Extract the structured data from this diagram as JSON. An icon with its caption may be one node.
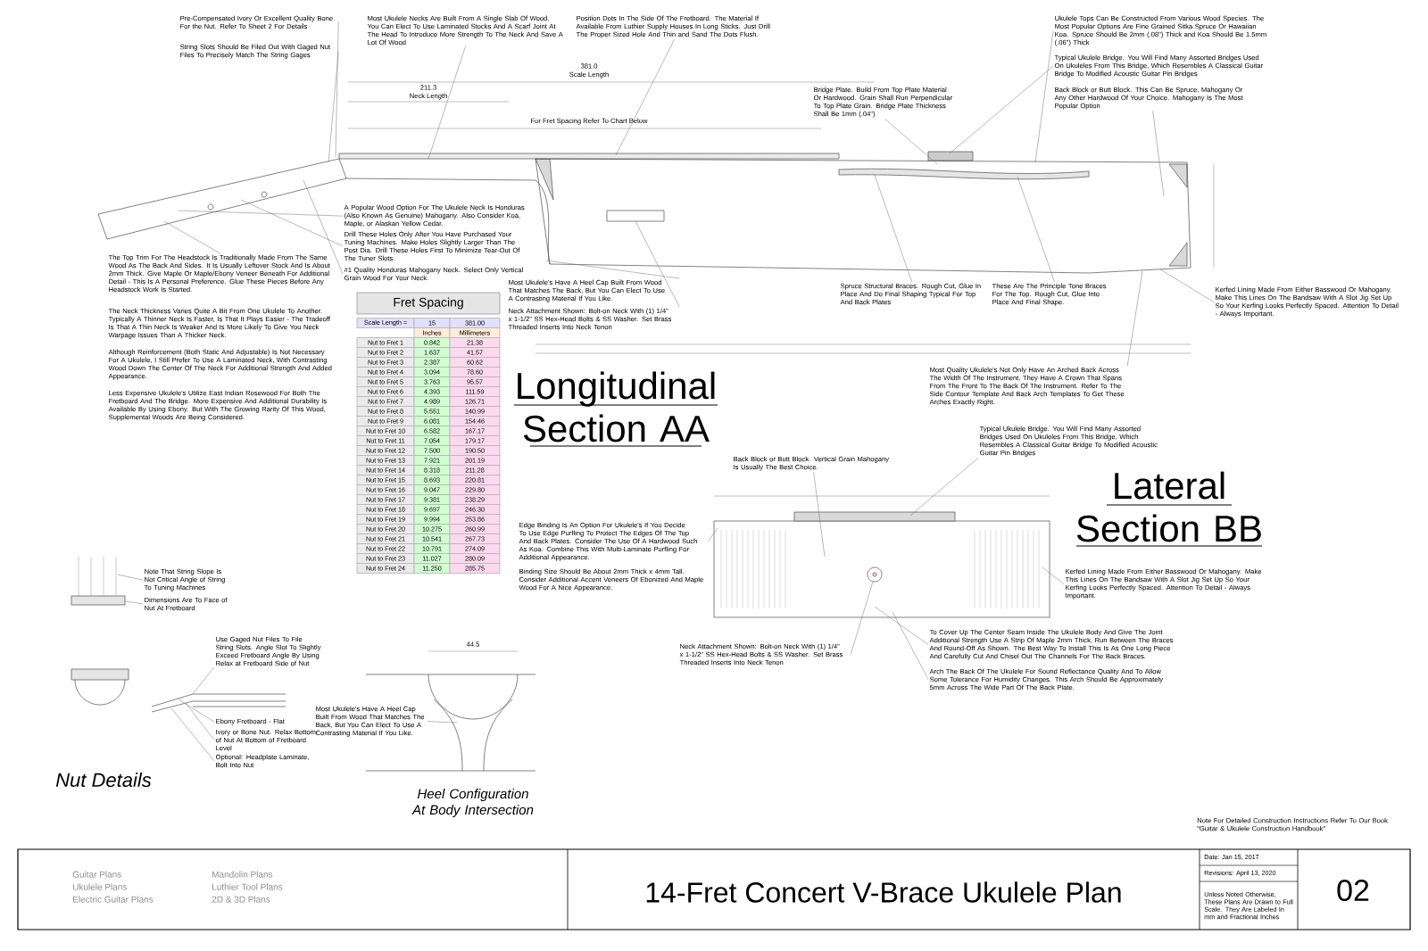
{
  "diagram": {
    "title": "14-Fret Concert V-Brace Ukulele Plan",
    "nodes": [
      {
        "text": [
          "Pre-Compensated Ivory Or Excellent Quality Bone For the Nut. Refer To Sheet 2 For Details"
        ]
      },
      {
        "text": [
          "String Slots Should Be Filed Out With Gaged Nut Files To Precisely Match The String Gages"
        ]
      },
      {
        "text": [
          "Most Ukulele Necks Are Built From A Single Slab Of Wood. You Can Elect To Use Laminated Stocks And A Scarf Joint At The Head To Introduce More Strength To The Neck And Save A Lot Of Wood"
        ]
      },
      {
        "text": [
          "Position Dots In The Side Of The Fretboard. The Material If Available From Luthier Supply Houses In Long Sticks. Just Drill The Proper Sized Hole And Thin and Sand The Dots Flush."
        ]
      },
      {
        "text": [
          "Ukulele Tops Can Be Constructed From Various Wood Species. The Most Popular Options Are Fine Grained Sitka Spruce Or Hawaiian Koa. Spruce Should Be 2mm (.08\") Thick and Koa Should Be 1.5mm (.06\") Thick"
        ]
      },
      {
        "text": [
          "Typical Ukulele Bridge. You Will Find Many Assorted Bridges Used On Ukuleles From This Bridge, Which Resembles A Classical Guitar Bridge To Modified Acoustic Guitar Pin Bridges"
        ]
      },
      {
        "text": [
          "Back Block or Butt Block. This Can Be Spruce, Mahogany Or Any Other Hardwood Of Your Choice. Mahogany Is The Most Popular Option"
        ]
      },
      {
        "text": [
          "Bridge Plate. Build From Top Plate Material Or Hardwood. Grain Shall Run Perpendicular To Top Plate Grain. Bridge Plate Thickness Shall Be 1mm (.04\")"
        ]
      },
      {
        "text": [
          "A Popular Wood Option For The Ukulele Neck Is Honduras (Also Known As Genuine) Mahogany. Also Consider Koa, Maple, or Alaskan Yellow Cedar."
        ]
      },
      {
        "text": [
          "Drill These Holes Only After You Have Purchased Your Tuning Machines. Make Holes Slightly Larger Than The Post Dia. Drill These Holes First To Minimize Tear-Out Of The Tuner Slots."
        ]
      },
      {
        "text": [
          "#1 Quality Honduras Mahogany Neck. Select Only Vertical Grain Wood For Your Neck."
        ]
      },
      {
        "text": [
          "The Top Trim For The Headstock Is Traditionally Made From The Same Wood As The Back And Sides. It Is Usually Leftover Stock And Is About 2mm Thick. Give Maple Or Maple/Ebony Veneer Beneath For Additional Detail - This Is A Personal Preference. Glue These Pieces Before Any Headstock Work Is Started."
        ]
      },
      {
        "text": [
          "The Neck Thickness Varies Quite A Bit From One Ukulele To Another. Typically A Thinner Neck Is Faster, Is That It Plays Easier - The Tradeoff Is That A Thin Neck Is Weaker And Is More Likely To Give You Neck Warpage Issues Than A Thicker Neck."
        ]
      },
      {
        "text": [
          "Although Reinforcement (Both Static And Adjustable) Is Not Necessary For A Ukulele, I Still Prefer To Use A Laminated Neck, With Contrasting Wood Down The Center Of The Neck For Additional Strength And Added Appearance."
        ]
      },
      {
        "text": [
          "Less Expensive Ukulele's Utilize East Indian Rosewood For Both The Fretboard And The Bridge. More Expensive And Additional Durability Is Available By Using Ebony. But With The Growing Rarity Of This Wood, Supplemental Woods Are Being Considered."
        ]
      },
      {
        "text": [
          "Most Ukulele's Have A Heel Cap Built From Wood That Matches The Back, But You Can Elect To Use A Contrasting Material If You Like."
        ]
      },
      {
        "text": [
          "Neck Attachment Shown: Bolt-on Neck With (1) 1/4\" x 1-1/2\" SS Hex-Head Bolts & SS Washer. Set Brass Threaded Inserts Into Neck Tenon"
        ]
      },
      {
        "text": [
          "Spruce Structural Braces. Rough Cut, Glue In Place And Do Final Shaping Typical For Top And Back Plates"
        ]
      },
      {
        "text": [
          "These Are The Principle Tone Braces For The Top. Rough Cut, Glue Into Place And Final Shape."
        ]
      },
      {
        "text": [
          "Kerfed Lining Made From Either Basswood Or Mahogany. Make This Lines On The Bandsaw With A Slot Jig Set Up So Your Kerfing Looks Perfectly Spaced. Attention To Detail - Always Important."
        ]
      },
      {
        "text": [
          "Most Quality Ukulele's Not Only Have An Arched Back Across The Width Of The Instrument, They Have A Crown That Spans From The Front To The Back Of The Instrument. Refer To The Side Contour Template And Back Arch Templates To Get These Arches Exactly Right."
        ]
      },
      {
        "text": [
          "Typical Ukulele Bridge. You Will Find Many Assorted Bridges Used On Ukuleles From This Bridge, Which Resembles A Classical Guitar Bridge To Modified Acoustic Guitar Pin Bridges"
        ]
      },
      {
        "text": [
          "Edge Binding Is An Option For Ukulele's If You Decide To Use Edge Purfling To Protect The Edges Of The Top And Back Plates. Consider The Use Of A Hardwood Such As Koa. Combine This With Multi-Laminate Purfling For Additional Appearance."
        ]
      },
      {
        "text": [
          "Binding Size Should Be About 2mm Thick x 4mm Tall. Consider Additional Accent Veneers Of Ebonized And Maple Wood For A Nice Appearance."
        ]
      },
      {
        "text": [
          "Back Block or Butt Block. Vertical Grain Mahogany Is Usually The Best Choice."
        ]
      },
      {
        "text": [
          "Kerfed Lining Made From Either Basswood Or Mahogany. Make This Lines On The Bandsaw With A Slot Jig Set Up So Your Kerfing Looks Perfectly Spaced. Attention To Detail - Always Important."
        ]
      },
      {
        "text": [
          "Neck Attachment Shown: Bolt-on Neck With (1) 1/4\" x 1-1/2\" SS Hex-Head Bolts & SS Washer. Set Brass Threaded Inserts Into Neck Tenon"
        ]
      },
      {
        "text": [
          "To Cover Up The Center Seam Inside The Ukulele Body And Give The Joint Additional Strength Use A Strip Of Maple 2mm Thick, Run Between The Braces And Round-Off As Shown. The Best Way To Install This Is As One Long Piece And Carefully Cut And Chisel Out The Channels For The Back Braces."
        ]
      },
      {
        "text": [
          "Arch The Back Of The Ukulele For Sound Reflectance Quality And To Allow Some Tolerance For Humidity Changes. This Arch Should Be Approximately 5mm Across The Wide Part Of The Back Plate."
        ]
      },
      {
        "text": [
          "Note That String Slope Is Not Critical Angle of String To Tuning Machines"
        ]
      },
      {
        "text": [
          "Dimensions Are To Face of Nut At Fretboard"
        ]
      },
      {
        "text": [
          "Use Gaged Nut Files To File String Slots. Angle Slot To Slightly Exceed Fretboard Angle By Using Relax at Fretboard Side of Nut"
        ]
      },
      {
        "text": [
          "Ebony Fretboard - Flat"
        ]
      },
      {
        "text": [
          "Ivory or Bone Nut. Relax Bottom of Nut At Bottom of Fretboard Level"
        ]
      },
      {
        "text": [
          "Optional: Headplate Laminate, Bolt Into Nut"
        ]
      },
      {
        "text": [
          "Most Ukulele's Have A Heel Cap Built From Wood That Matches The Back, But You Can Elect To Use A Contrasting Material If You Like."
        ]
      },
      {
        "text": [],
        "shape": "picture"
      },
      {
        "text": [],
        "shape": "picture"
      },
      {
        "text": [],
        "shape": "picture"
      },
      {
        "text": [],
        "shape": "picture"
      },
      {
        "text": [],
        "shape": "picture"
      }
    ],
    "edges": [
      {
        "from": 0,
        "to": 36,
        "arrow": "none"
      },
      {
        "from": 1,
        "to": 36,
        "arrow": "none"
      },
      {
        "from": 2,
        "to": 36,
        "arrow": "none"
      },
      {
        "from": 3,
        "to": 36,
        "arrow": "none"
      },
      {
        "from": 4,
        "to": 36,
        "arrow": "none"
      },
      {
        "from": 5,
        "to": 36,
        "arrow": "none"
      },
      {
        "from": 6,
        "to": 36,
        "arrow": "none"
      },
      {
        "from": 7,
        "to": 36,
        "arrow": "none"
      },
      {
        "from": 8,
        "to": 36,
        "arrow": "none"
      },
      {
        "from": 9,
        "to": 36,
        "arrow": "none"
      },
      {
        "from": 10,
        "to": 36,
        "arrow": "none"
      },
      {
        "from": 11,
        "to": 36,
        "arrow": "none"
      },
      {
        "from": 15,
        "to": 36,
        "arrow": "none"
      },
      {
        "from": 16,
        "to": 36,
        "arrow": "none"
      },
      {
        "from": 17,
        "to": 36,
        "arrow": "none"
      },
      {
        "from": 18,
        "to": 36,
        "arrow": "none"
      },
      {
        "from": 19,
        "to": 36,
        "arrow": "none"
      },
      {
        "from": 20,
        "to": 36,
        "arrow": "none"
      },
      {
        "from": 21,
        "to": 37,
        "arrow": "none"
      },
      {
        "from": 22,
        "to": 37,
        "arrow": "none"
      },
      {
        "from": 24,
        "to": 37,
        "arrow": "none"
      },
      {
        "from": 25,
        "to": 37,
        "arrow": "none"
      },
      {
        "from": 26,
        "to": 37,
        "arrow": "none"
      },
      {
        "from": 27,
        "to": 37,
        "arrow": "none"
      },
      {
        "from": 28,
        "to": 37,
        "arrow": "none"
      },
      {
        "from": 29,
        "to": 38,
        "arrow": "none"
      },
      {
        "from": 30,
        "to": 38,
        "arrow": "none"
      },
      {
        "from": 31,
        "to": 39,
        "arrow": "none"
      },
      {
        "from": 32,
        "to": 39,
        "arrow": "none"
      },
      {
        "from": 33,
        "to": 39,
        "arrow": "none"
      },
      {
        "from": 34,
        "to": 39,
        "arrow": "none"
      },
      {
        "from": 35,
        "to": 40,
        "arrow": "none"
      }
    ],
    "labels": [
      "381.0",
      "Scale Length",
      "211.3",
      "Neck Length",
      "For Fret Spacing Refer To Chart Below",
      "Longitudinal Section AA",
      "Lateral Section BB",
      "Fret Spacing",
      "Scale Length =",
      "15",
      "381.00",
      "Inches",
      "Millimeters",
      "Nut to Fret 1",
      "0.842",
      "21.38",
      "Nut to Fret 2",
      "1.637",
      "41.57",
      "Nut to Fret 3",
      "2.387",
      "60.62",
      "Nut to Fret 4",
      "3.094",
      "78.60",
      "Nut to Fret 5",
      "3.763",
      "95.57",
      "Nut to Fret 6",
      "4.393",
      "111.59",
      "Nut to Fret 7",
      "4.989",
      "126.71",
      "Nut to Fret 8",
      "5.551",
      "140.99",
      "Nut to Fret 9",
      "6.081",
      "154.46",
      "Nut to Fret 10",
      "6.582",
      "167.17",
      "Nut to Fret 11",
      "7.054",
      "179.17",
      "Nut to Fret 12",
      "7.500",
      "190.50",
      "Nut to Fret 13",
      "7.921",
      "201.19",
      "Nut to Fret 14",
      "8.318",
      "211.28",
      "Nut to Fret 15",
      "8.693",
      "220.81",
      "Nut to Fret 16",
      "9.047",
      "229.80",
      "Nut to Fret 17",
      "9.381",
      "238.29",
      "Nut to Fret 18",
      "9.697",
      "246.30",
      "Nut to Fret 19",
      "9.994",
      "253.86",
      "Nut to Fret 20",
      "10.275",
      "260.99",
      "Nut to Fret 21",
      "10.541",
      "267.73",
      "Nut to Fret 22",
      "10.791",
      "274.09",
      "Nut to Fret 23",
      "11.027",
      "280.09",
      "Nut to Fret 24",
      "11.250",
      "285.75",
      "Nut Details",
      "Heel Configuration At Body Intersection",
      "44.5",
      "Note For Detailed Construction Instructions Refer To Our Book \"Guitar & Ukulele Construction Handbook\"",
      "Guitar Plans",
      "Ukulele Plans",
      "Electric Guitar Plans",
      "Mandolin Plans",
      "Luthier Tool Plans",
      "2D & 3D Plans",
      "Date: Jan 15, 2017",
      "Revisions: April 13, 2020",
      "Unless Noted Otherwise, These Plans Are Drawn to Full Scale. They Are Labeled In mm and Fractional Inches",
      "02"
    ]
  }
}
